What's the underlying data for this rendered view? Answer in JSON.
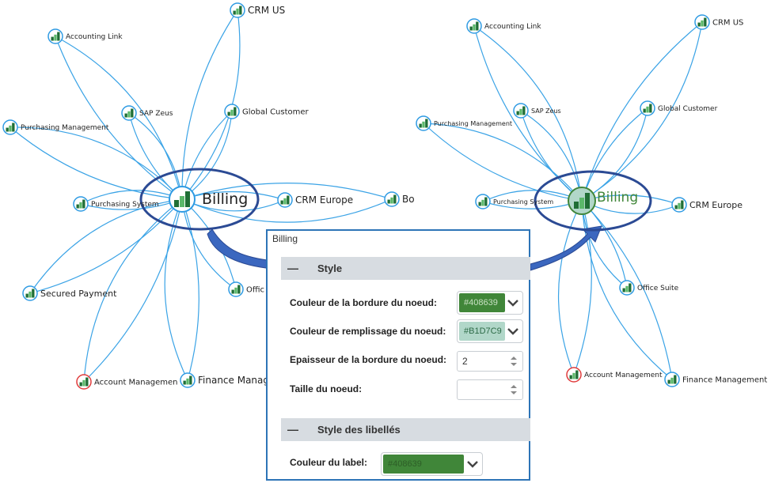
{
  "left_graph": {
    "center": "Billing",
    "nodes": [
      {
        "key": "crm_us",
        "label": "CRM US",
        "ring": "blue"
      },
      {
        "key": "accounting_link",
        "label": "Accounting Link",
        "ring": "blue"
      },
      {
        "key": "sap_zeus",
        "label": "SAP Zeus",
        "ring": "blue"
      },
      {
        "key": "global_customer",
        "label": "Global Customer",
        "ring": "blue"
      },
      {
        "key": "purchasing_mgmt",
        "label": "Purchasing Management",
        "ring": "blue"
      },
      {
        "key": "purchasing_system",
        "label": "Purchasing System",
        "ring": "blue"
      },
      {
        "key": "crm_europe",
        "label": "CRM Europe",
        "ring": "blue"
      },
      {
        "key": "bo",
        "label": "Bo",
        "ring": "blue"
      },
      {
        "key": "secured_payment",
        "label": "Secured Payment",
        "ring": "blue"
      },
      {
        "key": "office",
        "label": "Offic",
        "ring": "blue"
      },
      {
        "key": "account_mgmt",
        "label": "Account Managemen",
        "ring": "red"
      },
      {
        "key": "finance_mgmt",
        "label": "Finance Manag",
        "ring": "blue"
      }
    ]
  },
  "right_graph": {
    "center": "Billing",
    "nodes": [
      {
        "key": "accounting_link",
        "label": "Accounting Link",
        "ring": "blue"
      },
      {
        "key": "crm_us",
        "label": "CRM US",
        "ring": "blue"
      },
      {
        "key": "sap_zeus",
        "label": "SAP Zeus",
        "ring": "blue"
      },
      {
        "key": "global_customer",
        "label": "Global Customer",
        "ring": "blue"
      },
      {
        "key": "purchasing_mgmt",
        "label": "Purchasing Management",
        "ring": "blue"
      },
      {
        "key": "purchasing_system",
        "label": "Purchasing System",
        "ring": "blue"
      },
      {
        "key": "crm_europe",
        "label": "CRM Europe",
        "ring": "blue"
      },
      {
        "key": "office_suite",
        "label": "Office Suite",
        "ring": "blue"
      },
      {
        "key": "account_mgmt",
        "label": "Account Management",
        "ring": "red"
      },
      {
        "key": "finance_mgmt",
        "label": "Finance Management",
        "ring": "blue"
      }
    ]
  },
  "colors": {
    "edge": "#3aa3e6",
    "ring_blue": "#2f9be3",
    "ring_red": "#e03c3c",
    "highlight": "#2b4a94",
    "arrow_fill": "#3b67bf",
    "icon_dark": "#1f6e35",
    "icon_light": "#5bb86a",
    "label_green": "#408639",
    "fill_light": "#B1D7C9"
  },
  "panel": {
    "title": "Billing",
    "style_section": {
      "dash": "—",
      "title": "Style",
      "border_color_label": "Couleur de la bordure du noeud:",
      "border_color_value": "#408639",
      "fill_color_label": "Couleur de remplissage du noeud:",
      "fill_color_value": "#B1D7C9",
      "border_width_label": "Epaisseur de la bordure du noeud:",
      "border_width_value": "2",
      "node_size_label": "Taille du noeud:",
      "node_size_value": ""
    },
    "label_section": {
      "dash": "—",
      "title": "Style des libellés",
      "label_color_label": "Couleur du label:",
      "label_color_value": "#408639"
    }
  }
}
